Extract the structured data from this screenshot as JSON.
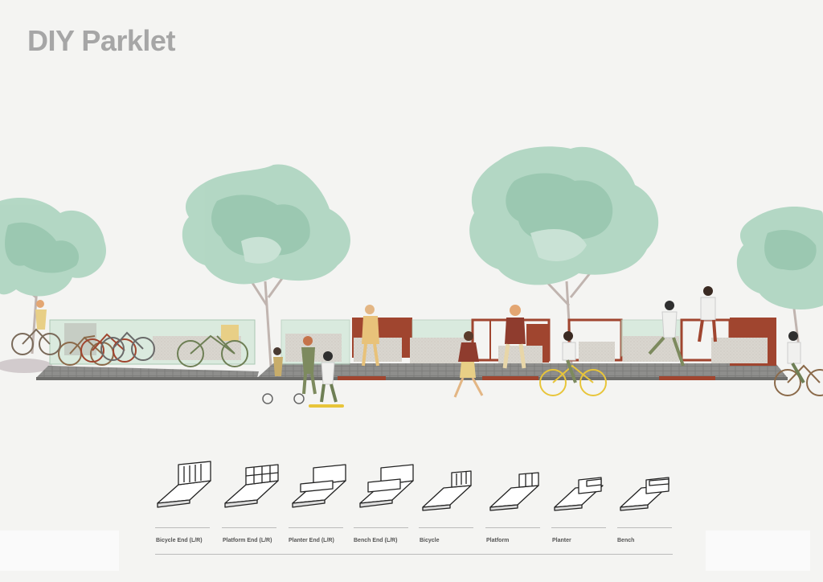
{
  "title": "DIY Parklet",
  "modules": [
    {
      "label": "Bicycle End (L/R)",
      "icon": "bicycle-end-module-icon"
    },
    {
      "label": "Platform End (L/R)",
      "icon": "platform-end-module-icon"
    },
    {
      "label": "Planter End (L/R)",
      "icon": "planter-end-module-icon"
    },
    {
      "label": "Bench End (L/R)",
      "icon": "bench-end-module-icon"
    },
    {
      "label": "Bicycle",
      "icon": "bicycle-module-icon"
    },
    {
      "label": "Platform",
      "icon": "platform-module-icon"
    },
    {
      "label": "Planter",
      "icon": "planter-module-icon"
    },
    {
      "label": "Bench",
      "icon": "bench-module-icon"
    }
  ],
  "colors": {
    "title": "#a6a6a6",
    "foliage": "#9fcdb3",
    "foliage_dark": "#7fb79a",
    "deck": "#8f8f8f",
    "rust": "#a0452f",
    "planter_stone": "#d9d6cf",
    "glass": "#cfe6d6"
  }
}
